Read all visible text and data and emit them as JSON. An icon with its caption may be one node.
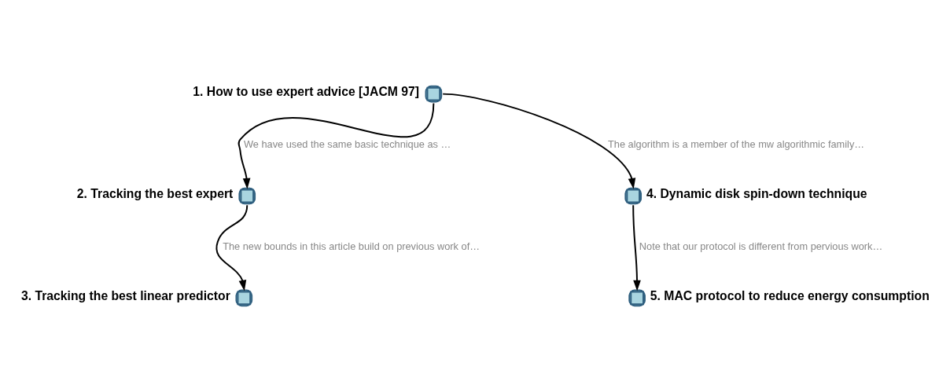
{
  "diagram": {
    "nodes": [
      {
        "text": [
          "1. How to use expert advice [JACM 97]"
        ]
      },
      {
        "text": [
          "2. Tracking the best expert"
        ]
      },
      {
        "text": [
          "3. Tracking the best linear predictor"
        ]
      },
      {
        "text": [
          "4. Dynamic disk spin-down technique"
        ]
      },
      {
        "text": [
          "5. MAC protocol to reduce energy consumption"
        ]
      }
    ],
    "edges": [
      {
        "from": 0,
        "to": 1,
        "arrow": "to",
        "label": "We have used the same basic technique as …"
      },
      {
        "from": 0,
        "to": 3,
        "arrow": "to",
        "label": "The algorithm is a member of the mw algorithmic family…"
      },
      {
        "from": 1,
        "to": 2,
        "arrow": "to",
        "label": "The new bounds in this article build on previous work of…"
      },
      {
        "from": 3,
        "to": 4,
        "arrow": "to",
        "label": "Note that our protocol is different from pervious work…"
      }
    ]
  }
}
